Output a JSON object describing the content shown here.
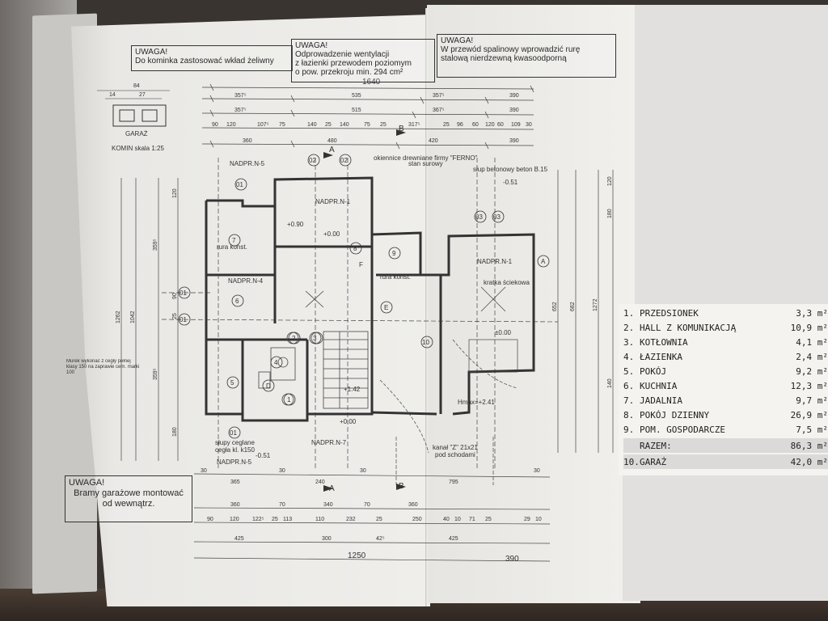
{
  "notes": {
    "note1": {
      "title": "UWAGA!",
      "lines": [
        "Do kominka zastosować wkład żeliwny"
      ]
    },
    "note2": {
      "title": "UWAGA!",
      "lines": [
        "Odprowadzenie wentylacji",
        "z łazienki przewodem poziomym",
        "o pow. przekroju min. 294 cm²"
      ]
    },
    "note3": {
      "title": "UWAGA!",
      "lines": [
        "W przewód spalinowy wprowadzić rurę",
        "stalową nierdzewną kwasoodporną"
      ]
    },
    "note4": {
      "title": "UWAGA!",
      "lines": [
        "Bramy garażowe montować",
        "od wewnątrz."
      ]
    }
  },
  "chimney": {
    "label": "GARAŻ",
    "caption": "KOMIN skala 1:25",
    "dims": [
      "84",
      "14",
      "27"
    ]
  },
  "top_dims": {
    "total": "1640",
    "row2": [
      "357⁵",
      "535",
      "357⁵",
      "390"
    ],
    "row3": [
      "357⁵",
      "515",
      "367⁵",
      "390"
    ],
    "row4": [
      "90",
      "120",
      "107⁵",
      "75",
      "140",
      "25",
      "140",
      "75",
      "25",
      "317⁵",
      "25",
      "96",
      "60",
      "120",
      "60",
      "109",
      "30"
    ],
    "row5": [
      "360",
      "480",
      "420",
      "390"
    ]
  },
  "bottom_dims": {
    "row1": [
      "30",
      "365",
      "30",
      "240",
      "30",
      "795",
      "30"
    ],
    "row2": [
      "360",
      "70",
      "340",
      "70",
      "360"
    ],
    "row3": [
      "90",
      "120",
      "122⁵",
      "25",
      "113",
      "110",
      "232",
      "25",
      "250",
      "40",
      "10",
      "71",
      "25",
      "29",
      "10"
    ],
    "row4": [
      "425",
      "300",
      "42⁵",
      "425"
    ],
    "total": "1250",
    "right": "390"
  },
  "left_dims": [
    "1262",
    "1042",
    "359⁵",
    "359⁵",
    "120",
    "180",
    "90",
    "25"
  ],
  "right_dims": [
    "652",
    "682",
    "1272",
    "120",
    "180",
    "140"
  ],
  "plan_labels": {
    "okiennice": "okiennice drewniane firmy \"FERNO\"",
    "slup": "słup betonowy beton B.15",
    "stan_surowy": "stan surowy",
    "kanal": "kanał \"Z\" 21x21",
    "pod_schodami": "pod schodami",
    "slupy": "słupy ceglane",
    "cegla": "cegła kl. k150",
    "krata": "kratka ściekowa",
    "rura1": "rura konst.",
    "rura2": "rura konst.",
    "murek": "Murek wykonać z cegły pełnej klasy 150 na zaprawie cem. marki 100",
    "nadpr": [
      "NADPR.N-5",
      "NADPR.N-1",
      "NADPR.N-4",
      "NADPR.N-7",
      "NADPR.N-5",
      "NADPR.N-1"
    ],
    "levels": [
      "+0.90",
      "+0.00",
      "-0.51",
      "+1.42",
      "+0.00",
      "-0.51",
      "±0.00"
    ],
    "section_a": "A",
    "section_b": "B",
    "axis_labels": [
      "01",
      "02",
      "02",
      "03",
      "03",
      "01",
      "01",
      "01"
    ],
    "room_numbers": [
      "7",
      "6",
      "5",
      "4",
      "3",
      "1",
      "2",
      "8",
      "9",
      "10"
    ],
    "zone_letters": [
      "A",
      "D",
      "E",
      "F"
    ],
    "hmax": "Hmax=+2.41"
  },
  "legend": {
    "rows": [
      {
        "no": "1.",
        "name": "PRZEDSIONEK",
        "area": "3,3 m²"
      },
      {
        "no": "2.",
        "name": "HALL Z KOMUNIKACJĄ",
        "area": "10,9 m²"
      },
      {
        "no": "3.",
        "name": "KOTŁOWNIA",
        "area": "4,1 m²"
      },
      {
        "no": "4.",
        "name": "ŁAZIENKA",
        "area": "2,4 m²"
      },
      {
        "no": "5.",
        "name": "POKÓJ",
        "area": "9,2 m²"
      },
      {
        "no": "6.",
        "name": "KUCHNIA",
        "area": "12,3 m²"
      },
      {
        "no": "7.",
        "name": "JADALNIA",
        "area": "9,7 m²"
      },
      {
        "no": "8.",
        "name": "POKÓJ DZIENNY",
        "area": "26,9 m²"
      },
      {
        "no": "9.",
        "name": "POM. GOSPODARCZE",
        "area": "7,5 m²"
      },
      {
        "no": "",
        "name": "RAZEM:",
        "area": "86,3 m²"
      },
      {
        "no": "10.",
        "name": "GARAŻ",
        "area": "42,0 m²"
      }
    ]
  },
  "colors": {
    "paper": "#efeeeb",
    "ink": "#333333",
    "background": "#3a3430"
  }
}
